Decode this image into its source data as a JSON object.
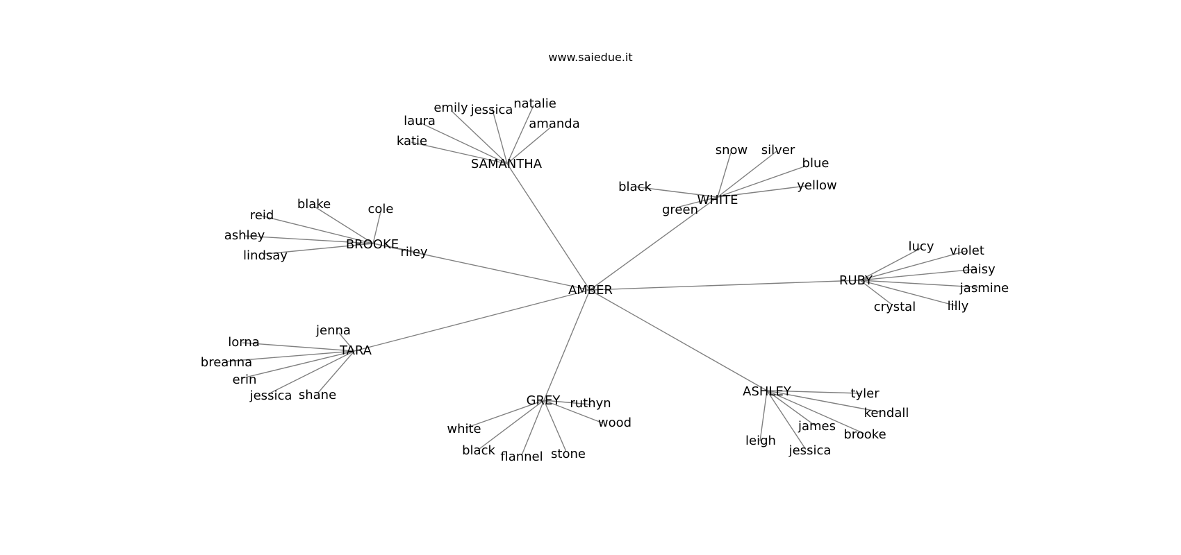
{
  "title": "www.saiedue.it",
  "root": "AMBER",
  "groups": [
    {
      "hub": "SAMANTHA",
      "leaves": [
        "katie",
        "laura",
        "emily",
        "jessica",
        "natalie",
        "amanda"
      ]
    },
    {
      "hub": "WHITE",
      "leaves": [
        "black",
        "green",
        "snow",
        "silver",
        "blue",
        "yellow"
      ]
    },
    {
      "hub": "BROOKE",
      "leaves": [
        "blake",
        "cole",
        "reid",
        "ashley",
        "lindsay",
        "riley"
      ]
    },
    {
      "hub": "RUBY",
      "leaves": [
        "lucy",
        "violet",
        "daisy",
        "jasmine",
        "lilly",
        "crystal"
      ]
    },
    {
      "hub": "TARA",
      "leaves": [
        "jenna",
        "lorna",
        "breanna",
        "erin",
        "jessica",
        "shane"
      ]
    },
    {
      "hub": "GREY",
      "leaves": [
        "ruthyn",
        "wood",
        "white",
        "black",
        "flannel",
        "stone"
      ]
    },
    {
      "hub": "ASHLEY",
      "leaves": [
        "tyler",
        "kendall",
        "james",
        "brooke",
        "leigh",
        "jessica"
      ]
    }
  ]
}
